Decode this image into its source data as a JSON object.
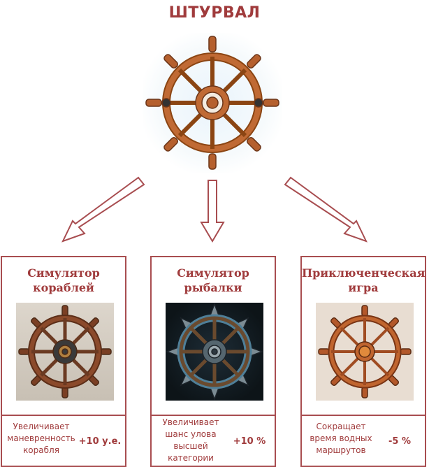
{
  "title": "ШТУРВАЛ",
  "hero": {
    "icon": "ship-wheel-icon"
  },
  "cards": [
    {
      "name": "Симулятор кораблей",
      "description": "Увеличивает маневренность корабля",
      "bonus": "+10 у.е.",
      "icon": "ship-wheel-icon"
    },
    {
      "name": "Симулятор рыбалки",
      "description": "Увеличивает шанс улова высшей категории",
      "bonus": "+10 %",
      "icon": "ship-wheel-icon"
    },
    {
      "name": "Приключенческая игра",
      "description": "Сокращает время водных маршрутов",
      "bonus": "-5 %",
      "icon": "ship-wheel-icon"
    }
  ],
  "colors": {
    "accent": "#a03b3c",
    "border": "#a84d50",
    "wood": "#a0522d"
  }
}
